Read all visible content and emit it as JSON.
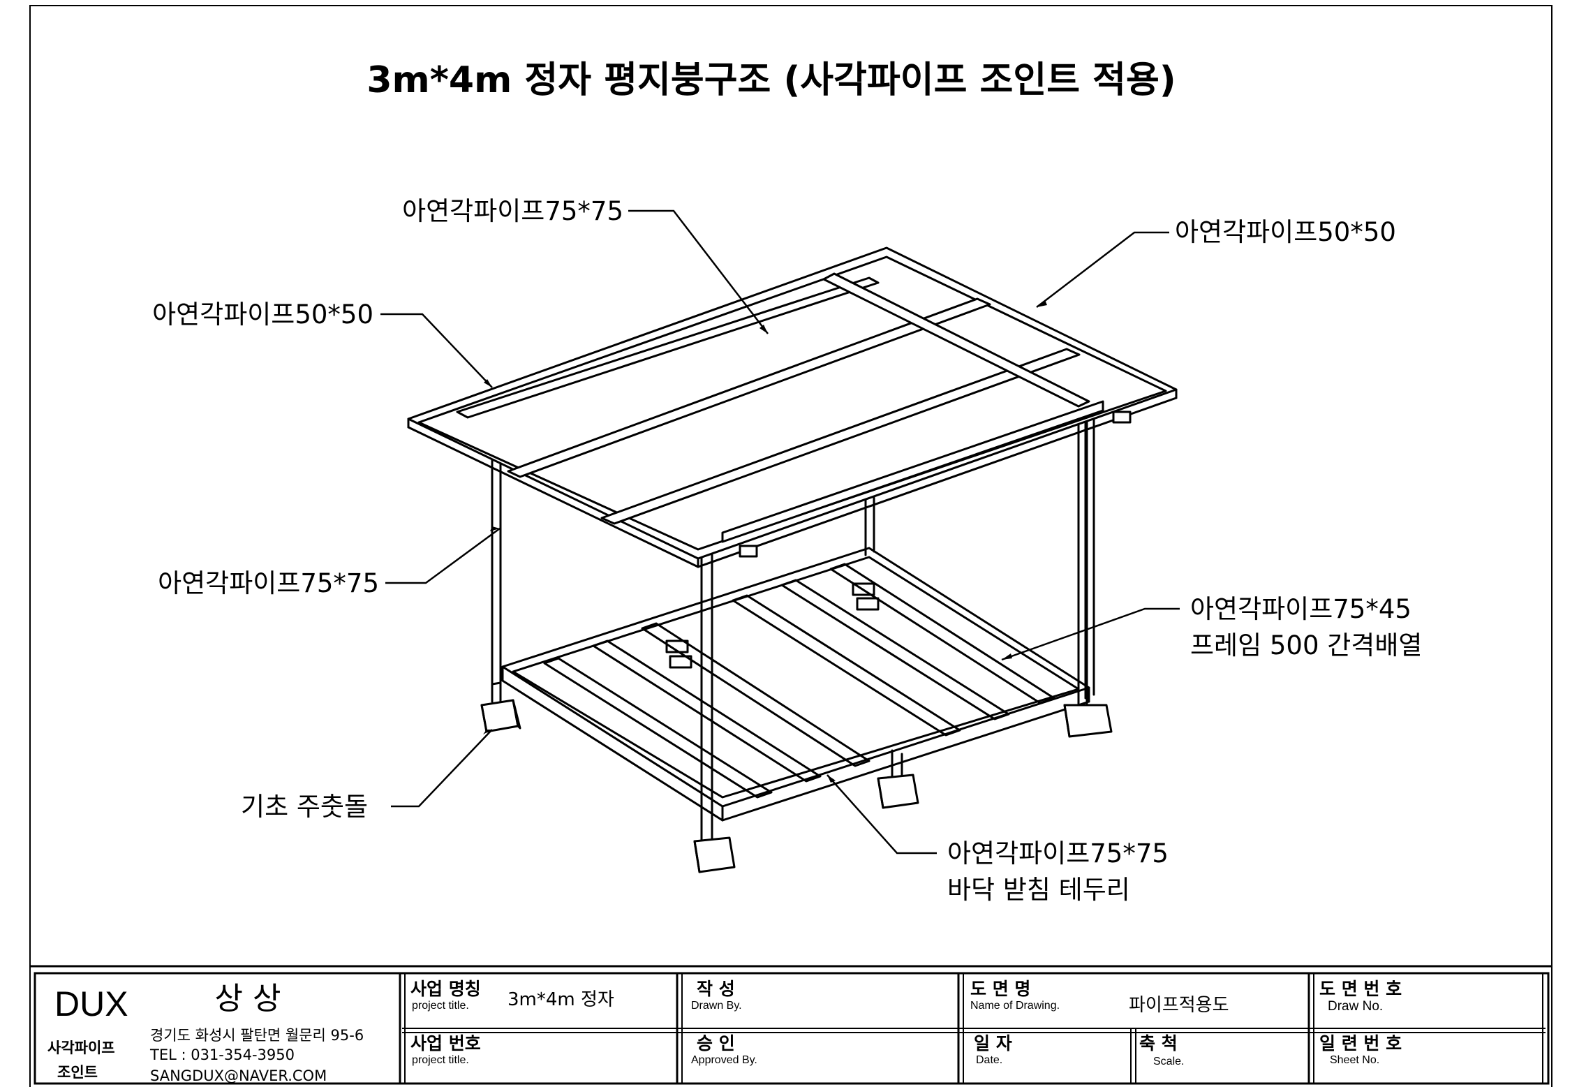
{
  "drawing": {
    "title": "3m*4m 정자 평지붕구조 (사각파이프 조인트 적용)",
    "callouts": {
      "roof_top": "아연각파이프75*75",
      "roof_right": "아연각파이프50*50",
      "roof_left": "아연각파이프50*50",
      "post": "아연각파이프75*75",
      "floor_joist_line1": "아연각파이프75*45",
      "floor_joist_line2": "프레임 500 간격배열",
      "footing": "기초 주춧돌",
      "floor_frame_line1": "아연각파이프75*75",
      "floor_frame_line2": "바닥 받침 테두리"
    }
  },
  "title_block": {
    "company": "DUX",
    "company_kr": "상 상",
    "brand_line1": "사각파이프",
    "brand_line2": "조인트",
    "address": "경기도 화성시 팔탄면 월문리 95-6",
    "tel": "TEL : 031-354-3950",
    "email": "SANGDUX@NAVER.COM",
    "project_name_label": "사업 명칭",
    "project_name_sub": "project title.",
    "project_name_value": "3m*4m 정자",
    "project_no_label": "사업 번호",
    "project_no_sub": "project title.",
    "drawn_label": "작 성",
    "drawn_sub": "Drawn By.",
    "approved_label": "승 인",
    "approved_sub": "Approved By.",
    "drawing_name_label": "도 면 명",
    "drawing_name_sub": "Name of Drawing.",
    "drawing_name_value": "파이프적용도",
    "date_label": "일 자",
    "date_sub": "Date.",
    "scale_label": "축 척",
    "scale_sub": "Scale.",
    "draw_no_label": "도 면 번 호",
    "draw_no_sub": "Draw No.",
    "sheet_no_label": "일 련 번 호",
    "sheet_no_sub": "Sheet No."
  }
}
